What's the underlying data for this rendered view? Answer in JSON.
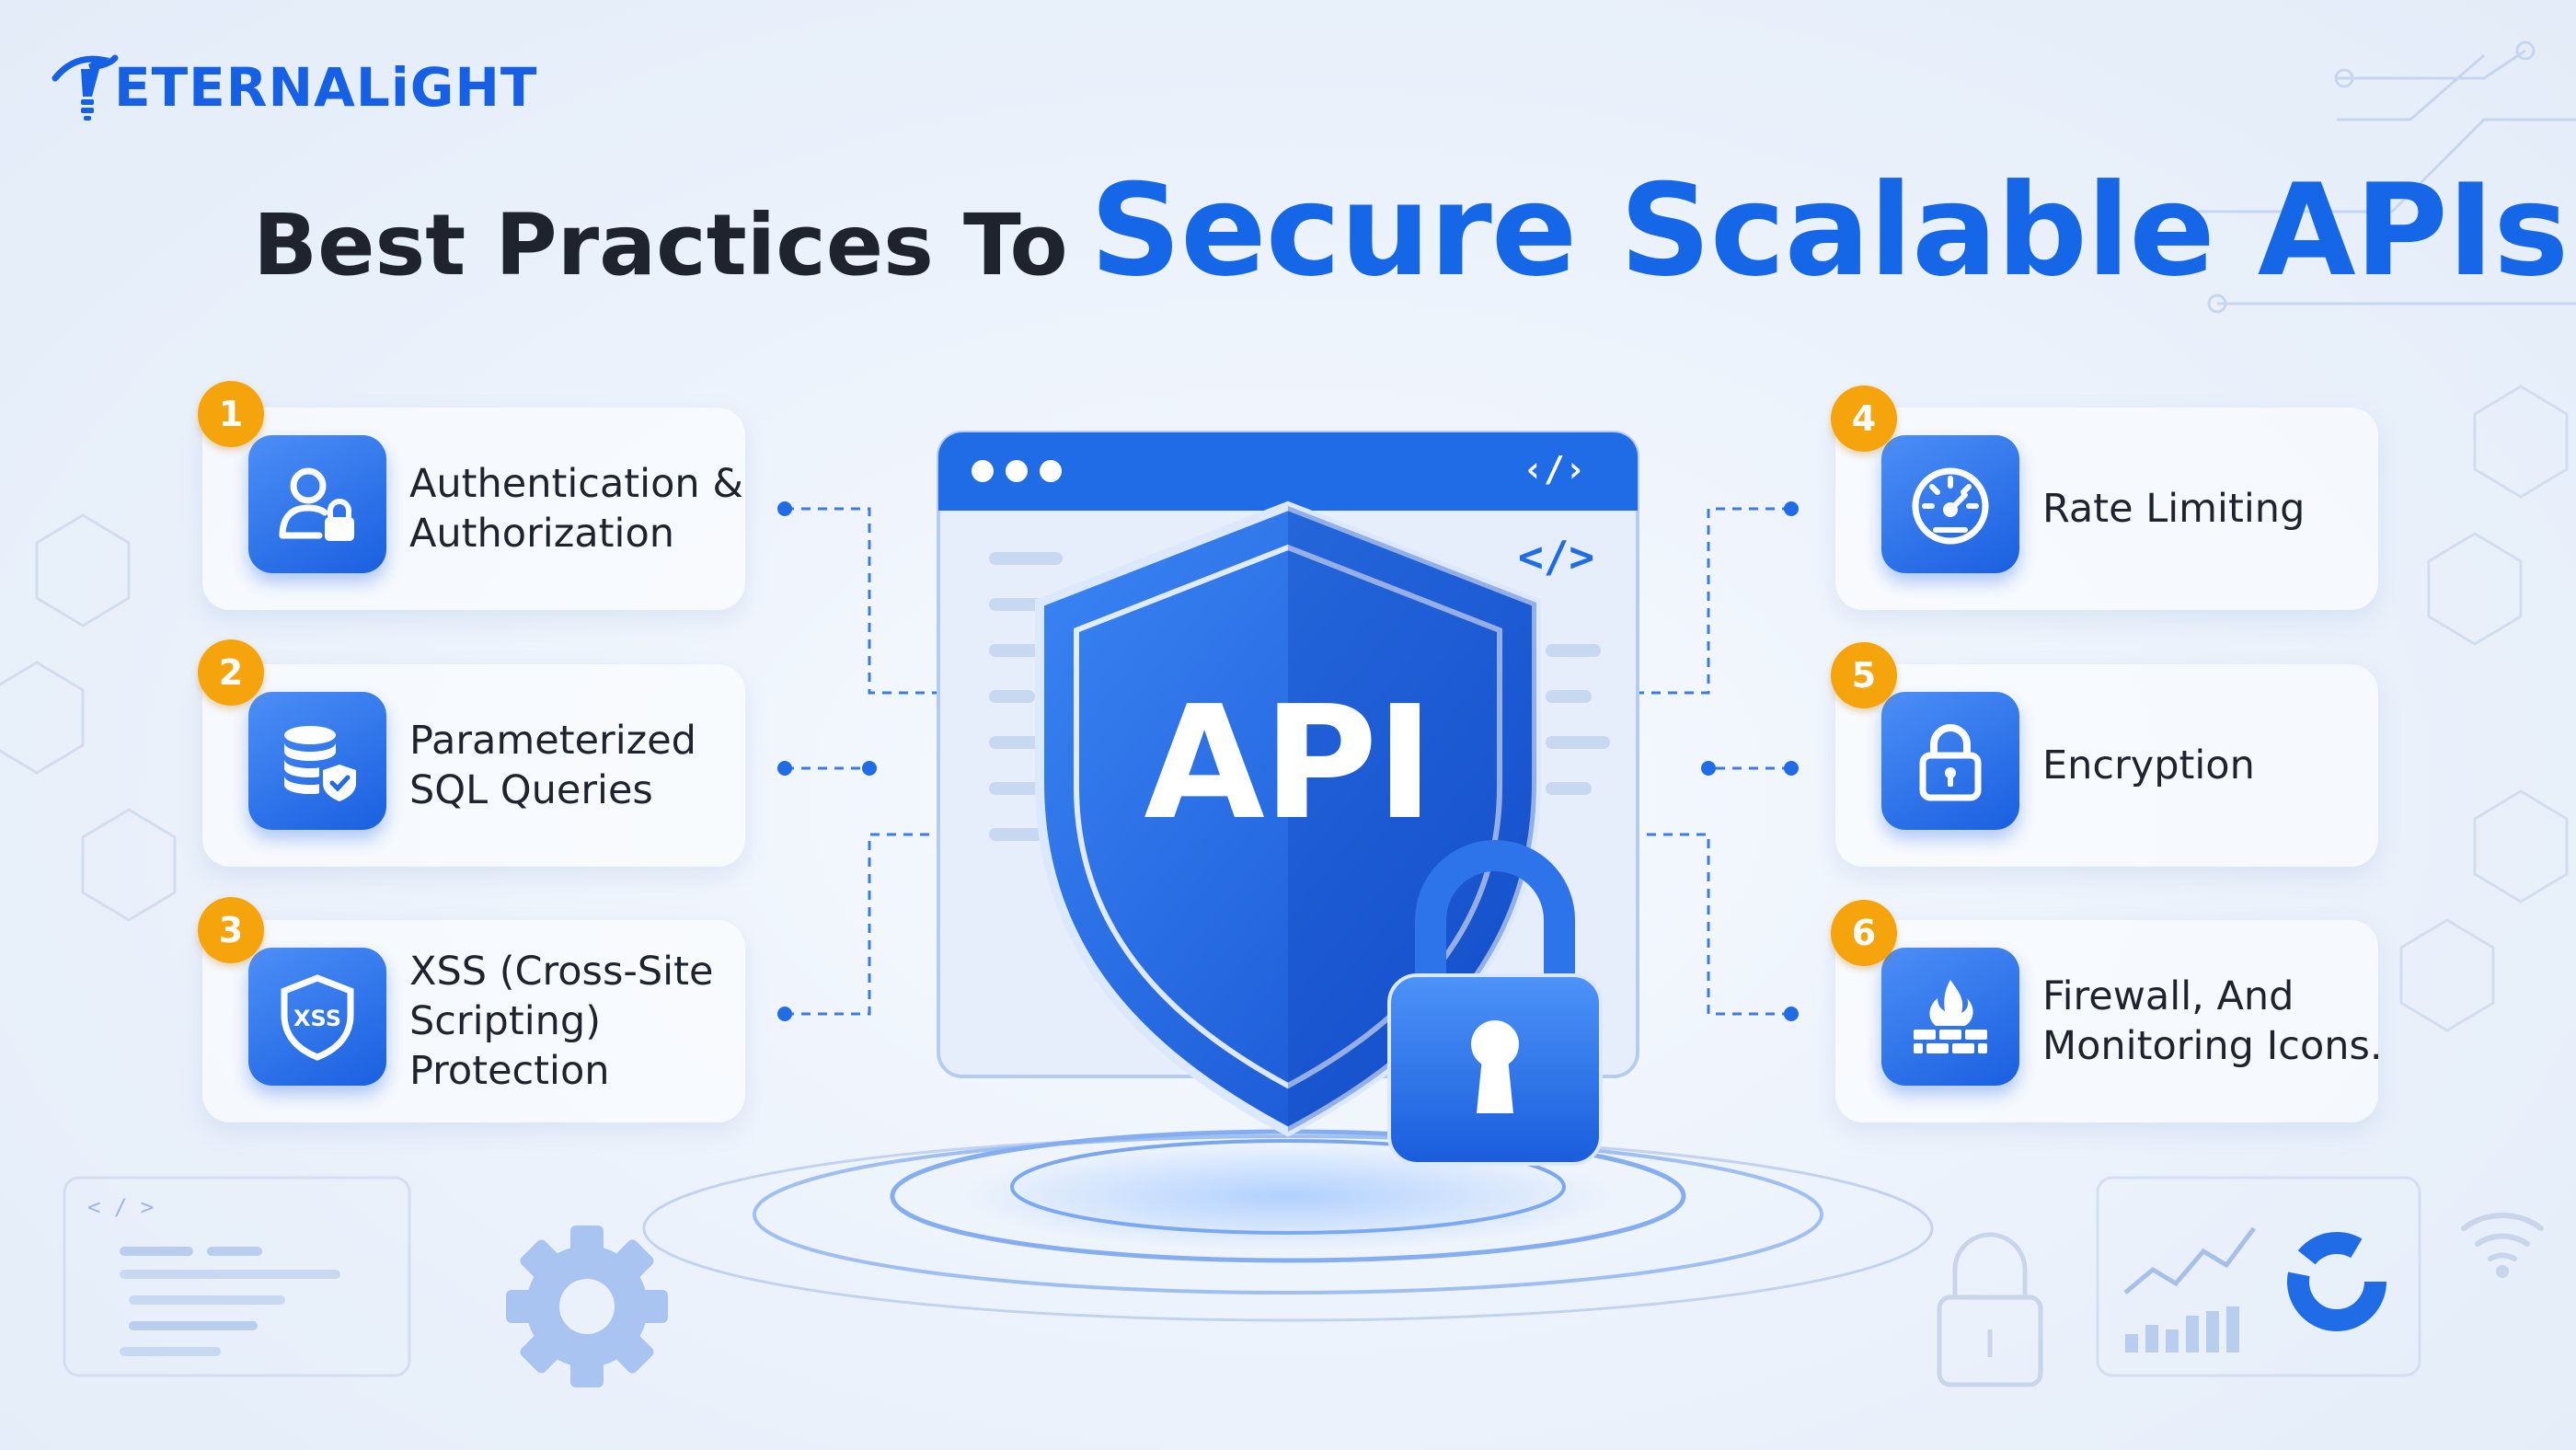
{
  "brand": {
    "name": "ETERNALiGHT"
  },
  "title": {
    "part1": "Best Practices To",
    "part2": "Secure Scalable APIs"
  },
  "center": {
    "label": "API",
    "code_symbol": "</>",
    "toolbar_symbol": "‹/›"
  },
  "practices": [
    {
      "number": "1",
      "label": "Authentication & Authorization",
      "icon": "user-lock-icon"
    },
    {
      "number": "2",
      "label": "Parameterized SQL Queries",
      "icon": "database-shield-icon"
    },
    {
      "number": "3",
      "label": "XSS (Cross-Site Scripting) Protection",
      "icon": "xss-shield-icon",
      "icon_text": "XSS"
    },
    {
      "number": "4",
      "label": "Rate Limiting",
      "icon": "speedometer-icon"
    },
    {
      "number": "5",
      "label": "Encryption",
      "icon": "padlock-icon"
    },
    {
      "number": "6",
      "label": "Firewall, And Monitoring Icons.",
      "icon": "firewall-icon"
    }
  ],
  "colors": {
    "primary": "#1667e8",
    "dark_text": "#1e232e",
    "badge": "#f5a40b"
  }
}
